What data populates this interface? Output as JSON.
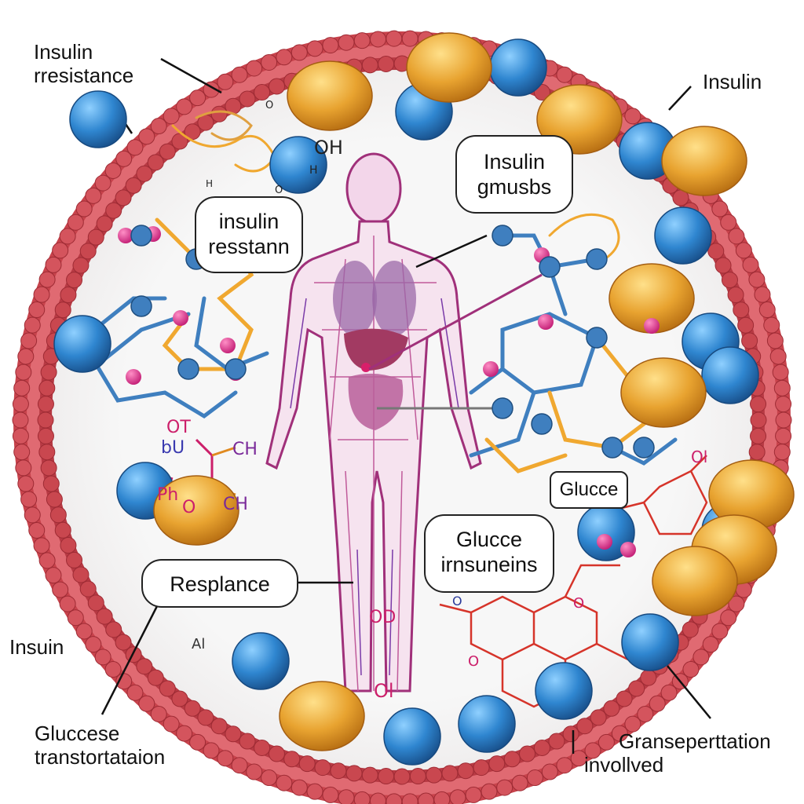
{
  "labels": {
    "top_left_line1": "Insulin",
    "top_left_line2": "rresistance",
    "top_right": "Insulin",
    "left_bottom": "Insuin",
    "bottom_left_line1": "Gluccese",
    "bottom_left_line2": "transtortataion",
    "bottom_right_line1": "Granseperttation",
    "bottom_right_line2": "invollved"
  },
  "bubbles": {
    "insulin_resistance_line1": "insulin",
    "insulin_resistance_line2": "resstann",
    "insulin_gmusbs_line1": "Insulin",
    "insulin_gmusbs_line2": "gmusbs",
    "glucce_small": "Glucce",
    "glucce_large_line1": "Glucce",
    "glucce_large_line2": "irnsuneins",
    "resplance": "Resplance"
  },
  "chemistry": {
    "o_top_1": "O",
    "o_top_2": "O",
    "h_top": "H",
    "h_small": "H",
    "oh_top": "OH",
    "ot_left": "OT",
    "bu_left": "bU",
    "ch_left_1": "CH",
    "ph_left": "Ph",
    "o_left": "O",
    "ch_left_2": "CH",
    "ol_right": "Ol",
    "od_bottom": "OD",
    "o_bottom_1": "O",
    "o_bottom_2": "O",
    "o_bottom_3": "O",
    "ol_bottom": "Ol",
    "al_bottom": "Al"
  },
  "colors": {
    "membrane": "#c8434c",
    "membrane_dark": "#9e2b34",
    "protein_blue": "#2f86d0",
    "fat_orange": "#e8a330",
    "body_purple": "#a0307a",
    "molecule_orange": "#f0a830",
    "molecule_blue": "#3f7fbf",
    "chem_magenta": "#cc1f6a",
    "red_network": "#d6342a"
  }
}
